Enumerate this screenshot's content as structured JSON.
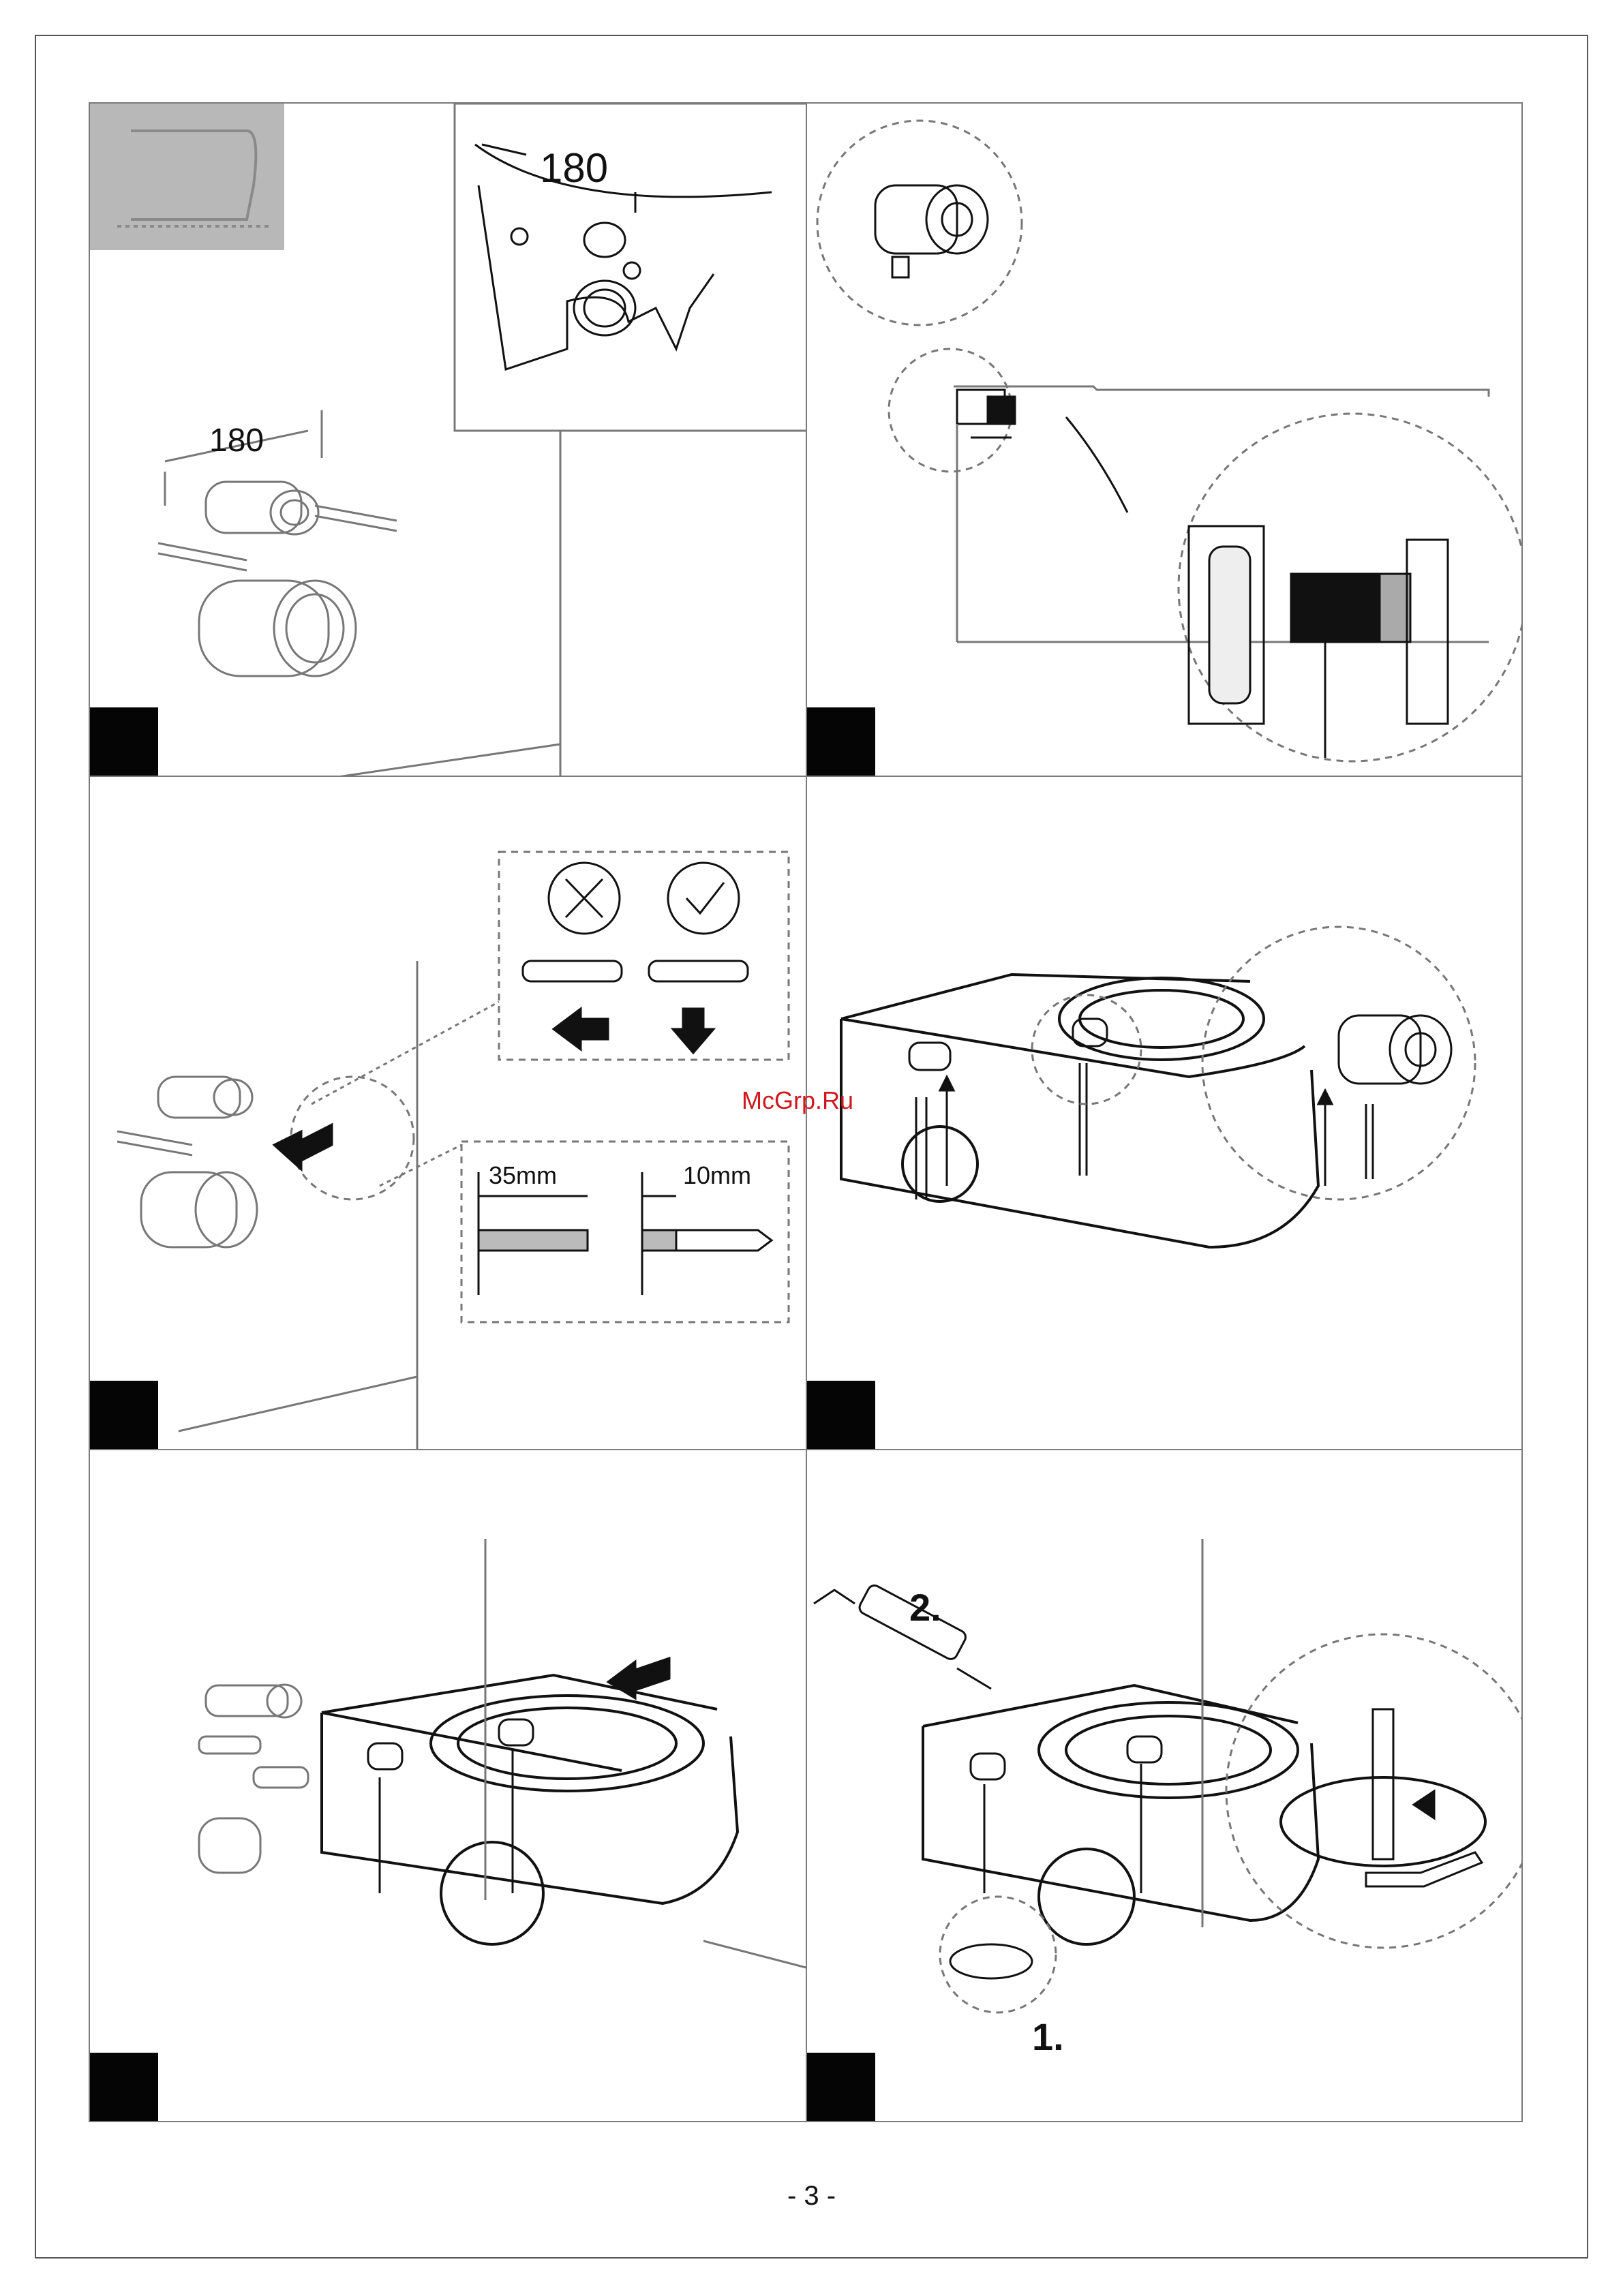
{
  "watermark": "McGrp.Ru",
  "page_number": "- 3 -",
  "panels": {
    "p1": {
      "dim_top": "180",
      "dim_bottom": "180"
    },
    "p3": {
      "dim_left": "35mm",
      "dim_right": "10mm"
    },
    "p6": {
      "step_1": "1.",
      "step_2": "2."
    }
  },
  "colors": {
    "ink": "#111111",
    "panel_border": "#7a7a7a",
    "watermark": "#d0191f",
    "thumb_gray": "#b8b8b8"
  }
}
